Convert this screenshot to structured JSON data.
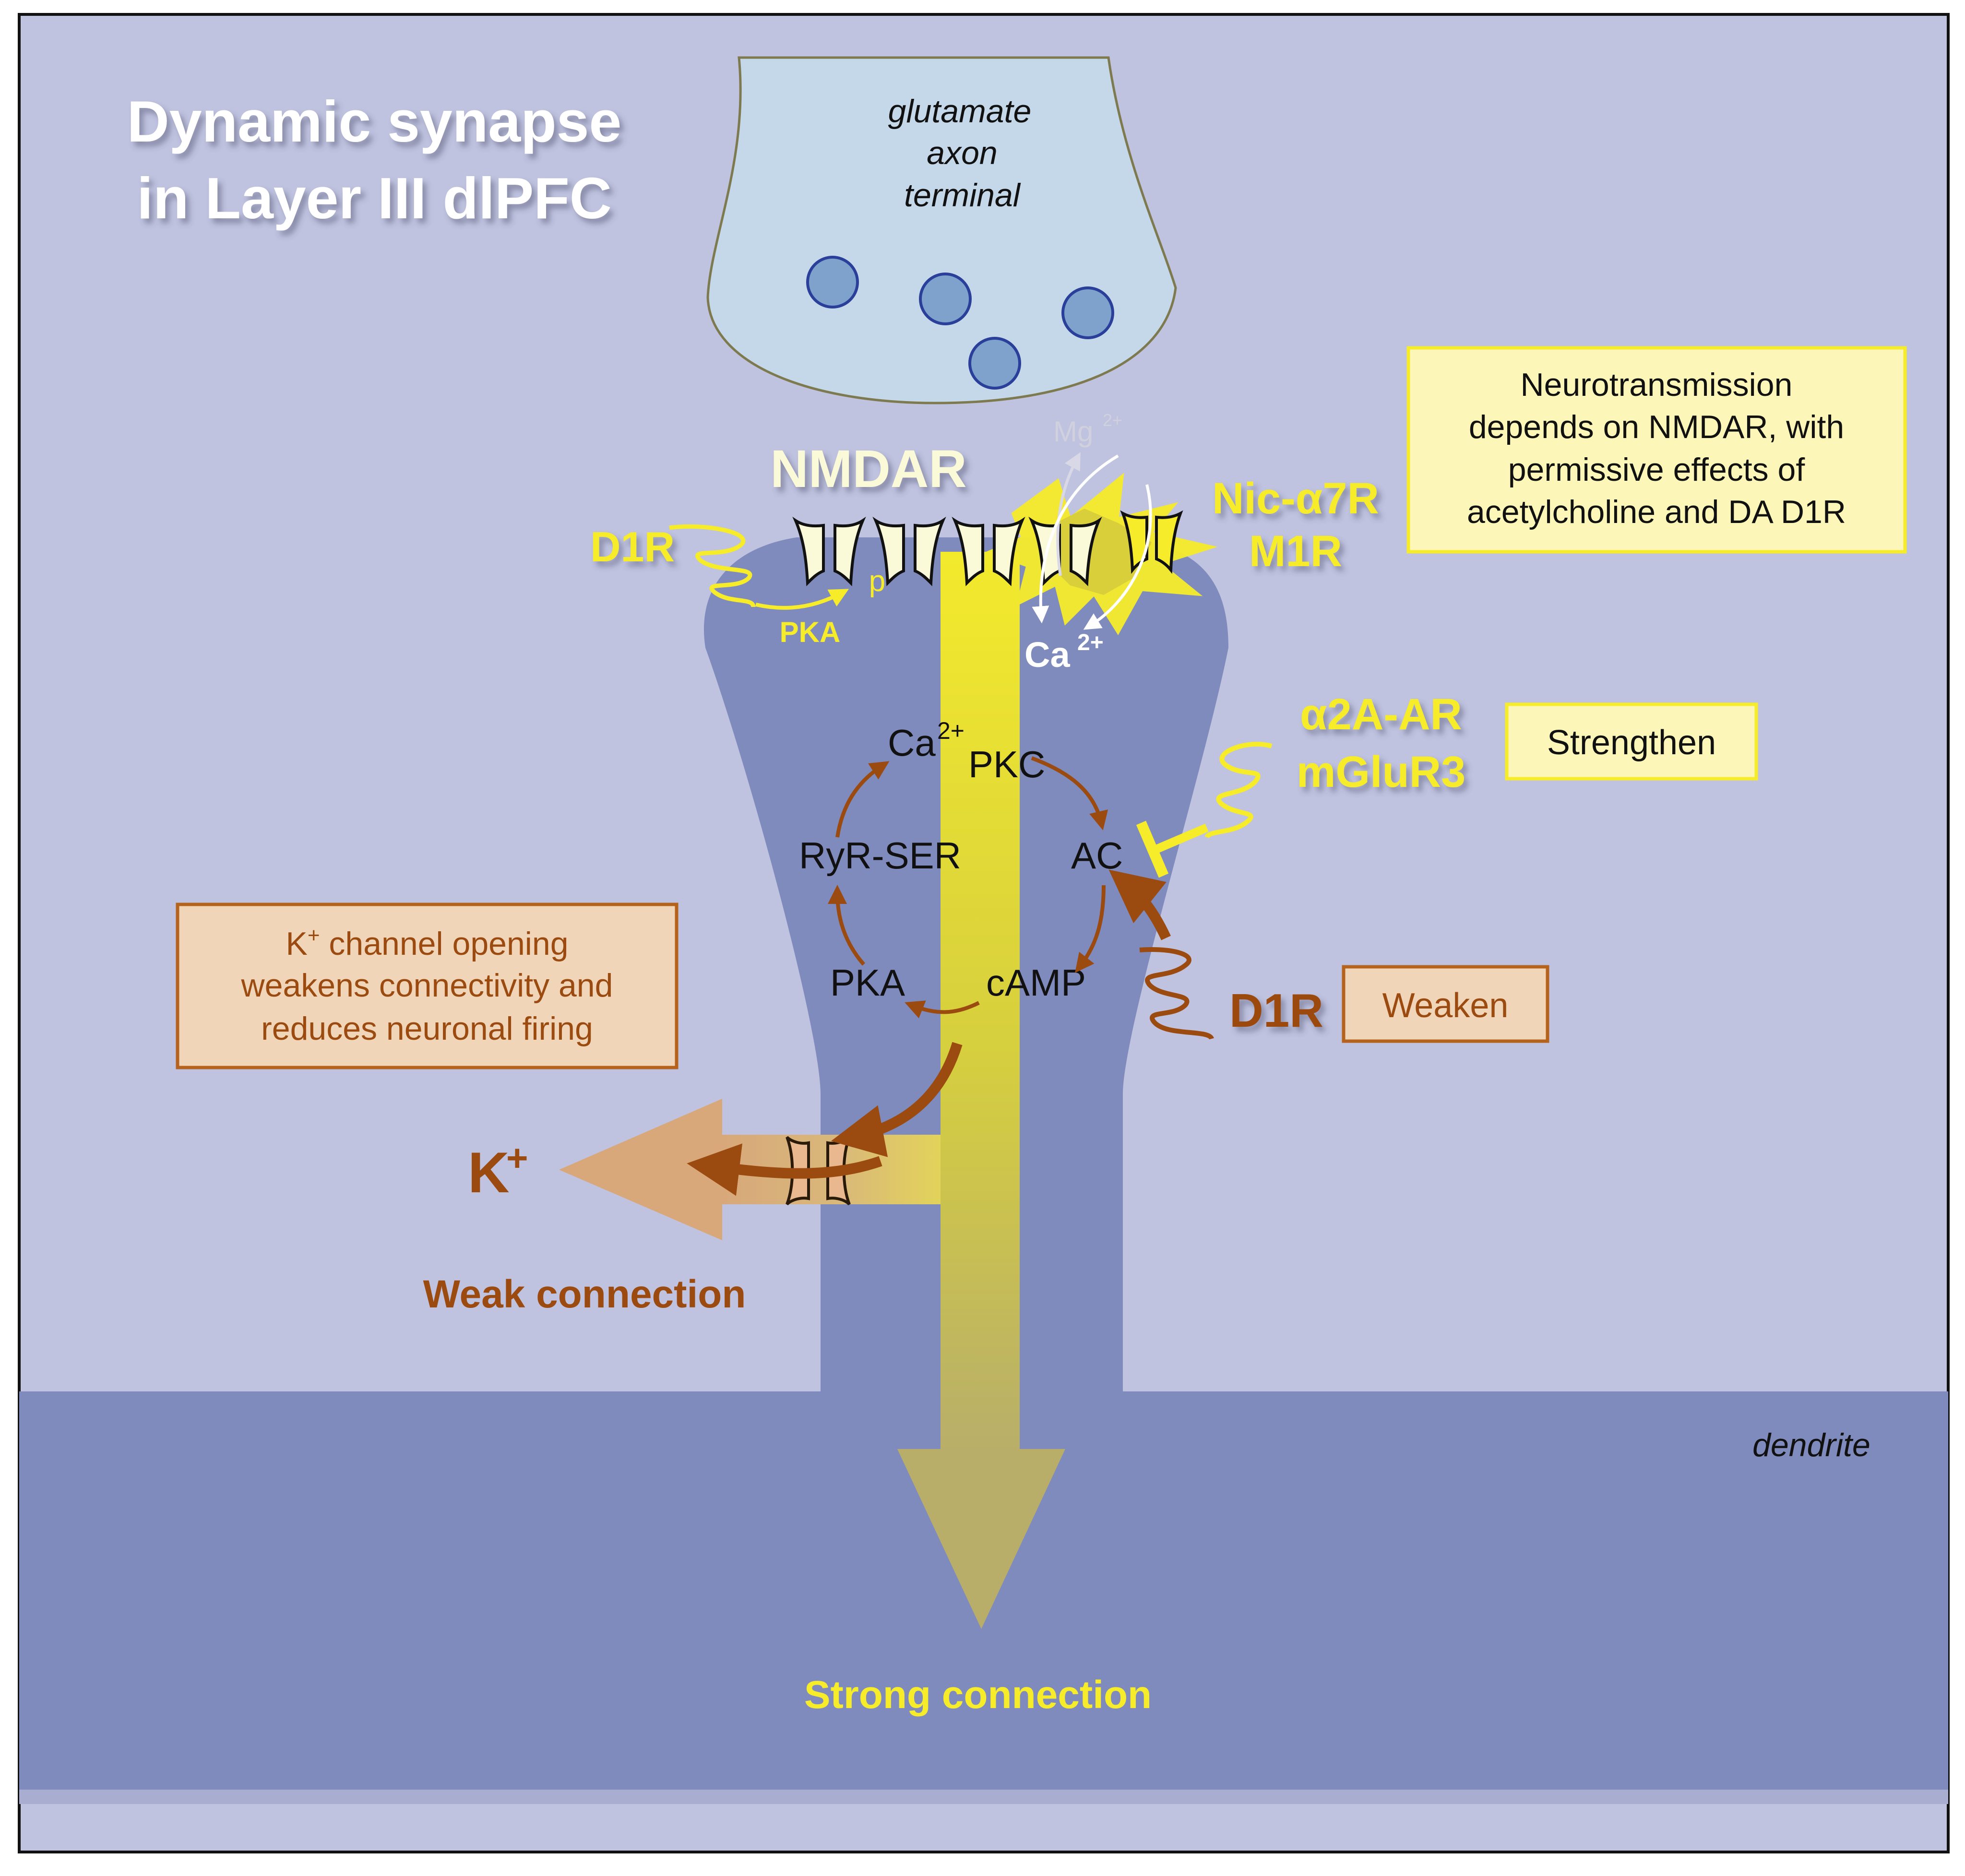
{
  "title": {
    "line1": "Dynamic synapse",
    "line2": "in Layer III dlPFC"
  },
  "axon_terminal": {
    "line1": "glutamate",
    "line2": "axon",
    "line3": "terminal"
  },
  "receptors": {
    "nmdar": "NMDAR",
    "d1r_top": "D1R",
    "pka_top": "PKA",
    "phospho": "p",
    "mg": "Mg",
    "mg_charge": "2+",
    "nic_a7r": "Nic-α7R",
    "m1r": "M1R",
    "ca_top": "Ca",
    "ca_top_charge": "2+",
    "a2a_ar": "α2A-AR",
    "mglur3": "mGluR3",
    "d1r_bottom": "D1R"
  },
  "boxes": {
    "neurotransmission": [
      "Neurotransmission",
      "depends on NMDAR, with",
      "permissive effects of",
      "acetylcholine and DA D1R"
    ],
    "strengthen": "Strengthen",
    "weaken": "Weaken",
    "k_channel": {
      "line1_symbol": "K",
      "line1_sup": "+",
      "line1_rest": " channel opening",
      "line2": "weakens connectivity and",
      "line3": "reduces neuronal firing"
    }
  },
  "cycle": {
    "ca": "Ca",
    "ca_charge": "2+",
    "pkc": "PKC",
    "ac": "AC",
    "camp": "cAMP",
    "pka": "PKA",
    "ryr_ser": "RyR-SER"
  },
  "k_ion": {
    "symbol": "K",
    "charge": "+"
  },
  "weak_connection": "Weak connection",
  "strong_connection": "Strong connection",
  "dendrite": "dendrite",
  "colors": {
    "background": "#bfc3df",
    "spine": "#7f8bbd",
    "terminal": "#c5d8ea",
    "yellow": "#f6ec2a",
    "brown": "#9b4a10",
    "box_yellow": "#fcf7b8",
    "box_tan": "#f1d5b9"
  }
}
